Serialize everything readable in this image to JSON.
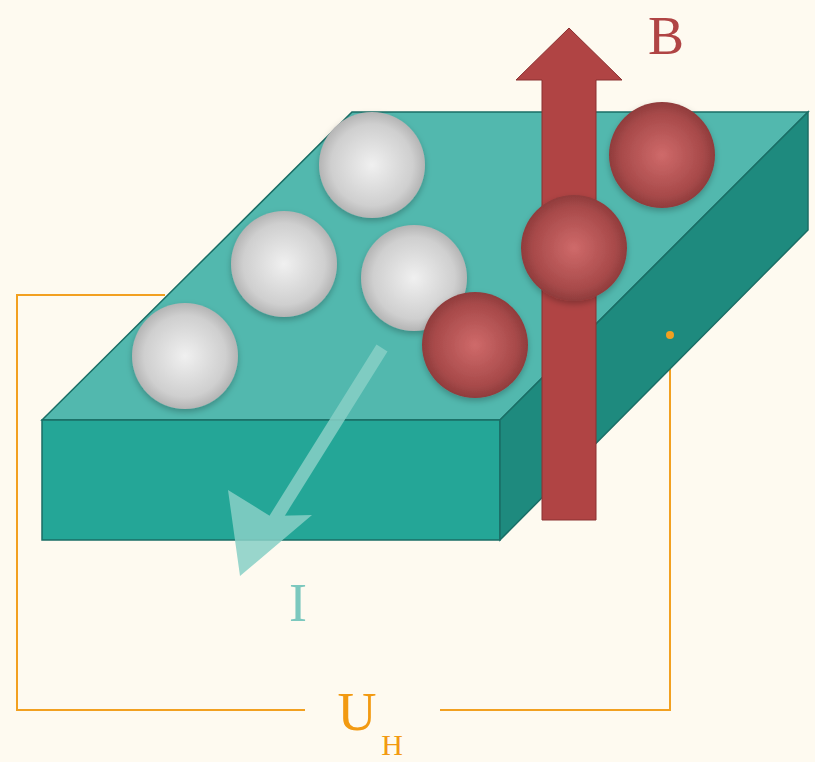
{
  "diagram": {
    "labels": [
      "B",
      "I",
      "U",
      "H"
    ]
  }
}
